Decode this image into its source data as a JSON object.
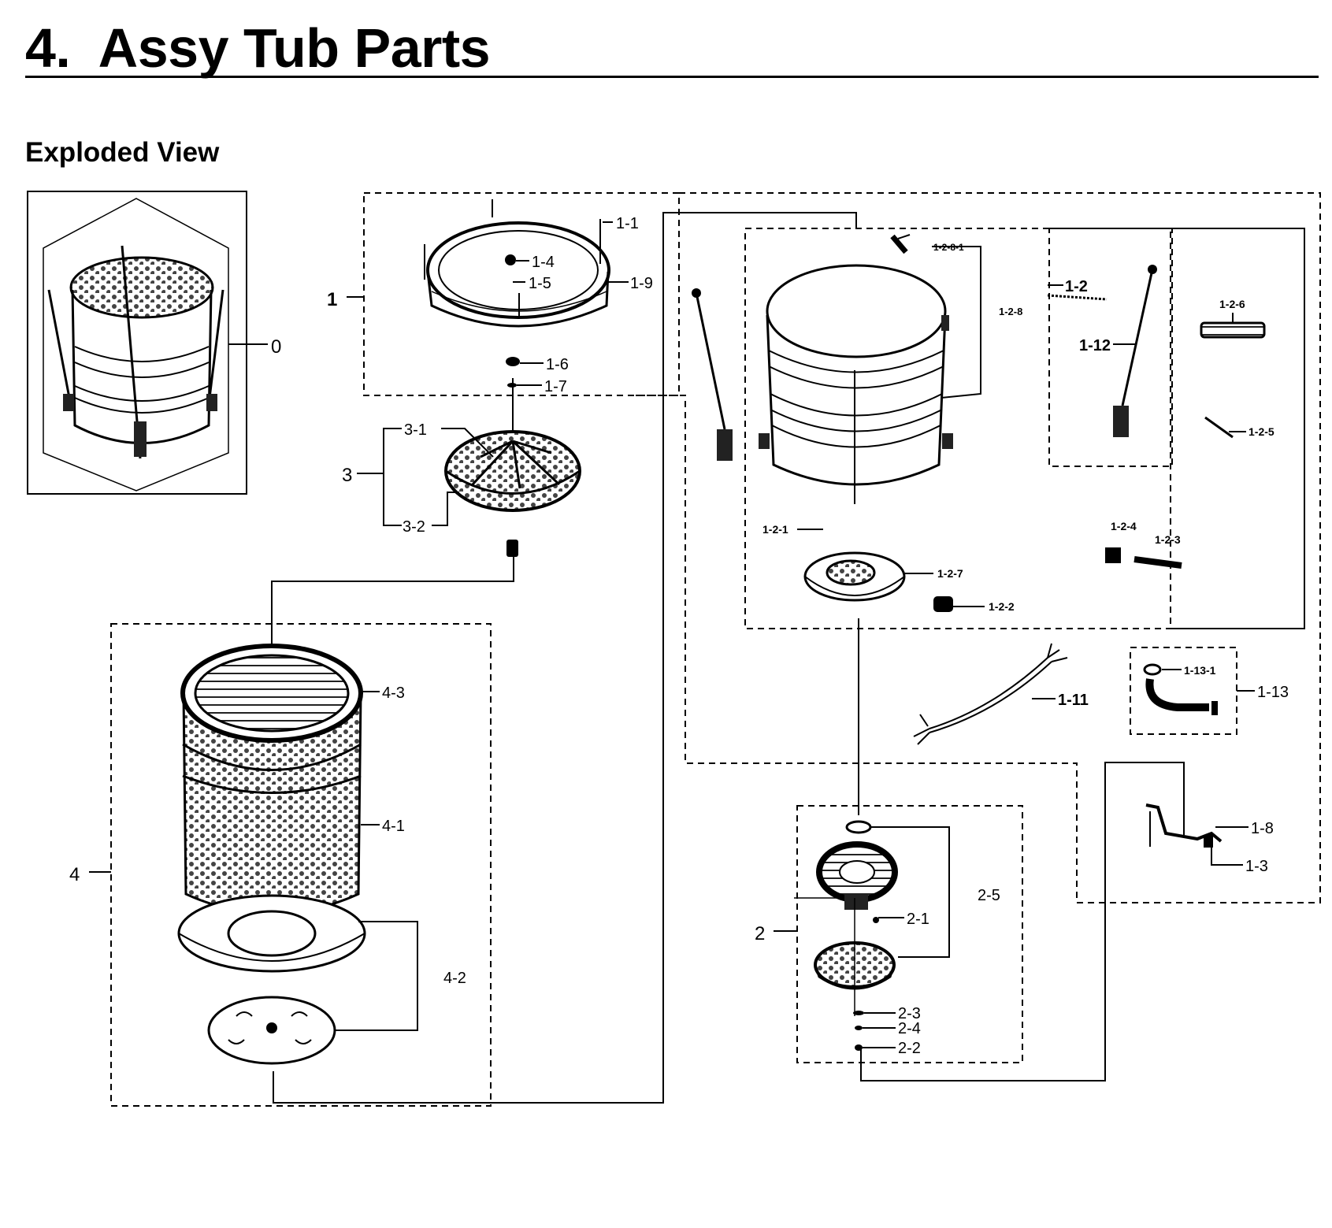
{
  "page": {
    "title": "4.  Assy Tub Parts",
    "subtitle": "Exploded View"
  },
  "callouts": {
    "c0": "0",
    "c1": "1",
    "c1_1": "1-1",
    "c1_2": "1-2",
    "c1_2_1": "1-2-1",
    "c1_2_2": "1-2-2",
    "c1_2_3": "1-2-3",
    "c1_2_4": "1-2-4",
    "c1_2_5": "1-2-5",
    "c1_2_6": "1-2-6",
    "c1_2_7": "1-2-7",
    "c1_2_8": "1-2-8",
    "c1_2_8_1": "1-2-8-1",
    "c1_3": "1-3",
    "c1_4": "1-4",
    "c1_5": "1-5",
    "c1_6": "1-6",
    "c1_7": "1-7",
    "c1_8": "1-8",
    "c1_9": "1-9",
    "c1_11": "1-11",
    "c1_12": "1-12",
    "c1_13": "1-13",
    "c1_13_1": "1-13-1",
    "c2": "2",
    "c2_1": "2-1",
    "c2_2": "2-2",
    "c2_3": "2-3",
    "c2_4": "2-4",
    "c2_5": "2-5",
    "c3": "3",
    "c3_1": "3-1",
    "c3_2": "3-2",
    "c4": "4",
    "c4_1": "4-1",
    "c4_2": "4-2",
    "c4_3": "4-3"
  }
}
